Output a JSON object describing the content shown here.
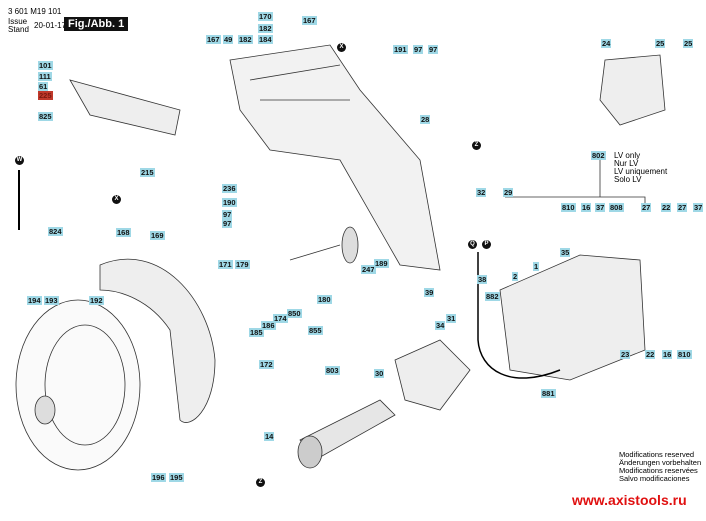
{
  "header": {
    "doc_number": "3 601 M19 101",
    "issue_label": "Issue",
    "stand_label": "Stand",
    "date": "20-01-17",
    "figure": "Fig./Abb. 1"
  },
  "callouts": [
    "101",
    "111",
    "61",
    "225",
    "825",
    "215",
    "824",
    "170",
    "182",
    "184",
    "167",
    "167",
    "49",
    "182",
    "191",
    "97",
    "97",
    "24",
    "25",
    "25",
    "28",
    "236",
    "190",
    "97",
    "97",
    "32",
    "29",
    "802",
    "810",
    "16",
    "37",
    "808",
    "27",
    "22",
    "27",
    "37",
    "168",
    "169",
    "35",
    "1",
    "2",
    "171",
    "179",
    "247",
    "189",
    "38",
    "39",
    "882",
    "194",
    "193",
    "192",
    "180",
    "850",
    "174",
    "186",
    "185",
    "855",
    "34",
    "31",
    "23",
    "22",
    "16",
    "810",
    "172",
    "803",
    "30",
    "881",
    "14",
    "196",
    "195"
  ],
  "markers": [
    "W",
    "X",
    "X",
    "Z",
    "Z",
    "Q",
    "P"
  ],
  "lv_note": [
    "LV only",
    "Nur LV",
    "LV uniquement",
    "Solo LV"
  ],
  "footer": {
    "notes": [
      "Modifications reserved",
      "Änderungen vorbehalten",
      "Modifications reservées",
      "Salvo modificaciones"
    ],
    "website": "www.axistools.ru"
  },
  "colors": {
    "callout": "#9fd8e6",
    "callout_highlight": "#c0392b",
    "website": "#e01010"
  }
}
